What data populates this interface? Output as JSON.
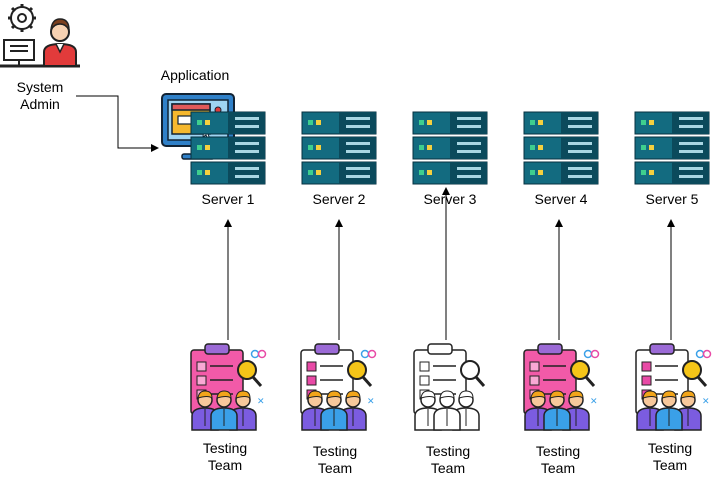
{
  "admin": {
    "label": "System\nAdmin"
  },
  "application": {
    "label": "Application"
  },
  "servers": [
    {
      "label": "Server 1"
    },
    {
      "label": "Server 2"
    },
    {
      "label": "Server 3"
    },
    {
      "label": "Server 4"
    },
    {
      "label": "Server 5"
    }
  ],
  "teams": [
    {
      "label": "Testing\nTeam",
      "style": "color-pink"
    },
    {
      "label": "Testing\nTeam",
      "style": "color-purple"
    },
    {
      "label": "Testing\nTeam",
      "style": "outline"
    },
    {
      "label": "Testing\nTeam",
      "style": "color-pink"
    },
    {
      "label": "Testing\nTeam",
      "style": "color-purple"
    }
  ],
  "colors": {
    "server_dark": "#0b4a5c",
    "server_mid": "#136b80",
    "server_light": "#1a8aa3",
    "led_yellow": "#f4d03f",
    "led_green": "#3ecf8e",
    "monitor_blue": "#2f80c8",
    "window_yellow": "#f5b82e",
    "admin_red": "#e23b3b"
  }
}
